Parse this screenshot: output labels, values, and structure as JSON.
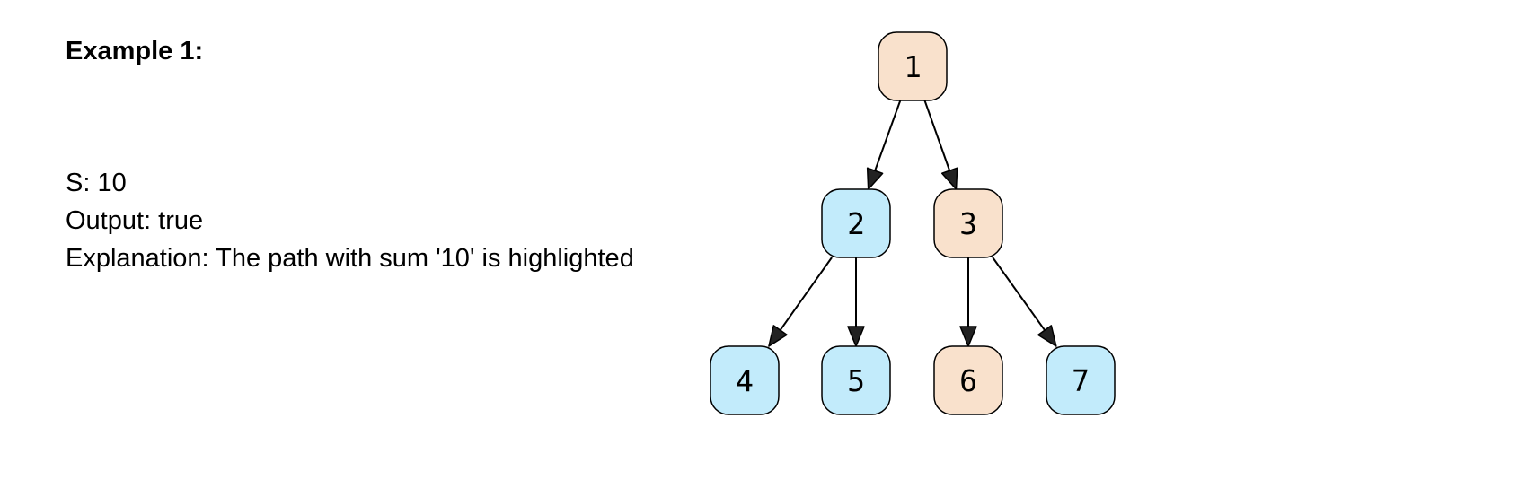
{
  "example": {
    "title": "Example 1:",
    "sum_line": "S: 10",
    "output_line": "Output: true",
    "explanation_line": "Explanation: The path with sum '10' is highlighted"
  },
  "colors": {
    "highlighted": "#F9E1CC",
    "normal": "#C2EBFB",
    "stroke": "#000000",
    "arrow": "#222222"
  },
  "tree": {
    "nodes": [
      {
        "id": "n1",
        "label": "1",
        "highlighted": true
      },
      {
        "id": "n2",
        "label": "2",
        "highlighted": false
      },
      {
        "id": "n3",
        "label": "3",
        "highlighted": true
      },
      {
        "id": "n4",
        "label": "4",
        "highlighted": false
      },
      {
        "id": "n5",
        "label": "5",
        "highlighted": false
      },
      {
        "id": "n6",
        "label": "6",
        "highlighted": true
      },
      {
        "id": "n7",
        "label": "7",
        "highlighted": false
      }
    ],
    "edges": [
      {
        "from": "n1",
        "to": "n2"
      },
      {
        "from": "n1",
        "to": "n3"
      },
      {
        "from": "n2",
        "to": "n4"
      },
      {
        "from": "n2",
        "to": "n5"
      },
      {
        "from": "n3",
        "to": "n6"
      },
      {
        "from": "n3",
        "to": "n7"
      }
    ]
  }
}
